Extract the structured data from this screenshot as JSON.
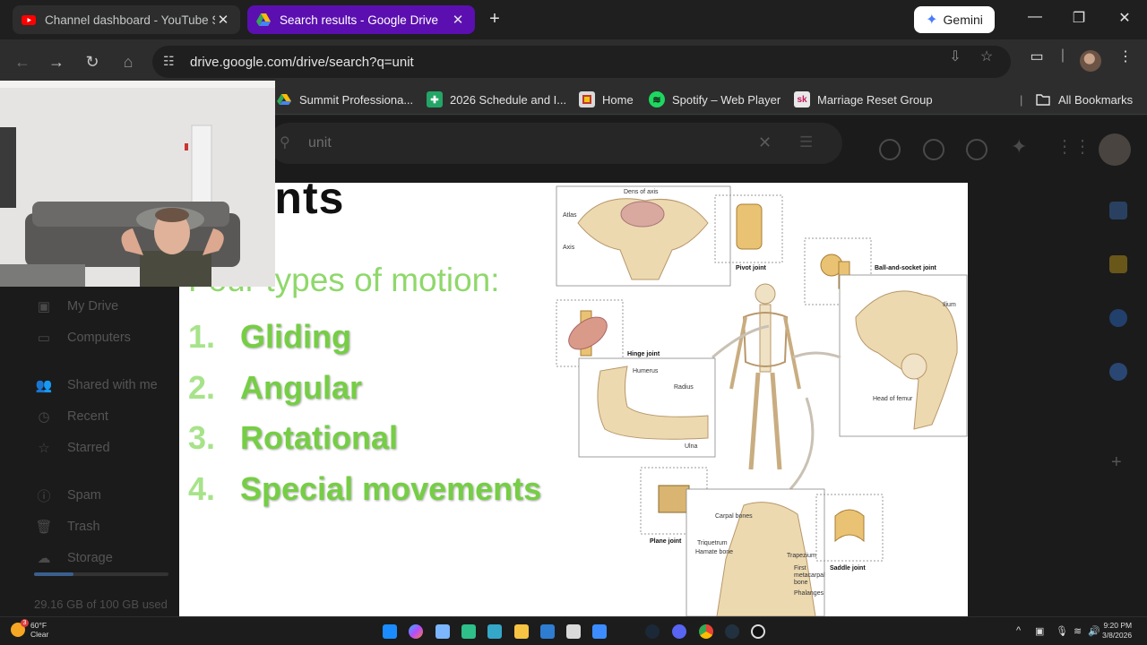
{
  "browser": {
    "tabs": [
      {
        "title": "Channel dashboard - YouTube S",
        "icon": "youtube-icon",
        "active": false
      },
      {
        "title": "Search results - Google Drive",
        "icon": "google-drive-icon",
        "active": true
      }
    ],
    "gemini_label": "Gemini",
    "url": "drive.google.com/drive/search?q=unit",
    "bookmarks": [
      {
        "label": "Summit Professiona...",
        "icon": "drive-icon"
      },
      {
        "label": "2026 Schedule and I...",
        "icon": "sheets-plus-icon"
      },
      {
        "label": "Home",
        "icon": "home-app-icon"
      },
      {
        "label": "Spotify – Web Player",
        "icon": "spotify-icon"
      },
      {
        "label": "Marriage Reset Group",
        "icon": "sk-icon",
        "badge": "sk"
      }
    ],
    "all_bookmarks_label": "All Bookmarks"
  },
  "drive": {
    "search_query": "unit",
    "nav": [
      {
        "label": "My Drive",
        "icon": "my-drive-icon"
      },
      {
        "label": "Computers",
        "icon": "computers-icon"
      },
      {
        "label": "Shared with me",
        "icon": "shared-icon"
      },
      {
        "label": "Recent",
        "icon": "clock-icon"
      },
      {
        "label": "Starred",
        "icon": "star-icon"
      },
      {
        "label": "Spam",
        "icon": "spam-icon"
      },
      {
        "label": "Trash",
        "icon": "trash-icon"
      },
      {
        "label": "Storage",
        "icon": "cloud-icon"
      }
    ],
    "storage_text": "29.16 GB of 100 GB used",
    "storage_fraction": 0.2916
  },
  "slide": {
    "title": "oints",
    "subtitle": "Four types of motion:",
    "items": [
      {
        "num": "1.",
        "text": "Gliding"
      },
      {
        "num": "2.",
        "text": "Angular"
      },
      {
        "num": "3.",
        "text": "Rotational"
      },
      {
        "num": "4.",
        "text": "Special movements"
      }
    ],
    "figure_labels": {
      "dens": "Dens of axis",
      "atlas": "Atlas",
      "axis": "Axis",
      "pivot": "Pivot joint",
      "ball": "Ball-and-socket joint",
      "ilium": "Ilium",
      "head_femur": "Head of femur",
      "hinge": "Hinge joint",
      "humerus": "Humerus",
      "radius": "Radius",
      "ulna": "Ulna",
      "plane": "Plane joint",
      "carpal": "Carpal bones",
      "triquetrum": "Triquetrum",
      "hamate": "Hamate bone",
      "trapezium": "Trapezium",
      "first_meta": "First",
      "first_meta2": "metacarpal",
      "first_meta3": "bone",
      "phalanges": "Phalanges",
      "saddle": "Saddle joint"
    }
  },
  "taskbar": {
    "temp": "60°F",
    "condition": "Clear",
    "weather_badge": "3",
    "time": "9:20 PM",
    "date": "3/8/2026"
  },
  "colors": {
    "active_tab": "#5b0fb0",
    "slide_green": "#75ce44"
  }
}
